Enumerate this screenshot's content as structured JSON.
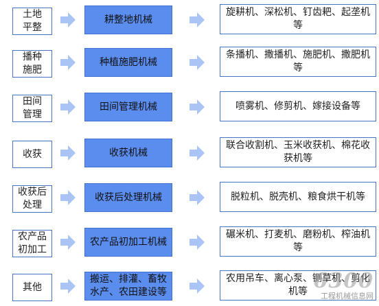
{
  "colors": {
    "stage_border": "#4472c4",
    "category_fill": "#5b8def",
    "example_border": "#4472c4",
    "arrow_fill": "#a9c4f5"
  },
  "rows": [
    {
      "stage_lines": [
        "土地",
        "平整"
      ],
      "category": "耕整地机械",
      "examples": "旋耕机、深松机、钉齿耙、起垄机等"
    },
    {
      "stage_lines": [
        "播种",
        "施肥"
      ],
      "category": "种植施肥机械",
      "examples": "条播机、撒播机、施肥机、撒肥机等"
    },
    {
      "stage_lines": [
        "田间",
        "管理"
      ],
      "category": "田间管理机械",
      "examples": "喷雾机、修剪机、嫁接设备等"
    },
    {
      "stage_lines": [
        "收获"
      ],
      "category": "收获机械",
      "examples": "联合收割机、玉米收获机、棉花收获机等"
    },
    {
      "stage_lines": [
        "收获后",
        "处理"
      ],
      "category": "收获后处理机械",
      "examples": "脱粒机、脱壳机、粮食烘干机等"
    },
    {
      "stage_lines": [
        "农产品",
        "初加工"
      ],
      "category": "农产品初加工机械",
      "examples": "碾米机、打麦机、磨粉机、榨油机等"
    },
    {
      "stage_lines": [
        "其他"
      ],
      "category": "搬运、排灌、畜牧水产、农田建设等",
      "examples": "农用吊车、离心泵、铡草机、剪化机等"
    }
  ],
  "watermark": {
    "number": "6300",
    "site": "工程机械信息网"
  }
}
